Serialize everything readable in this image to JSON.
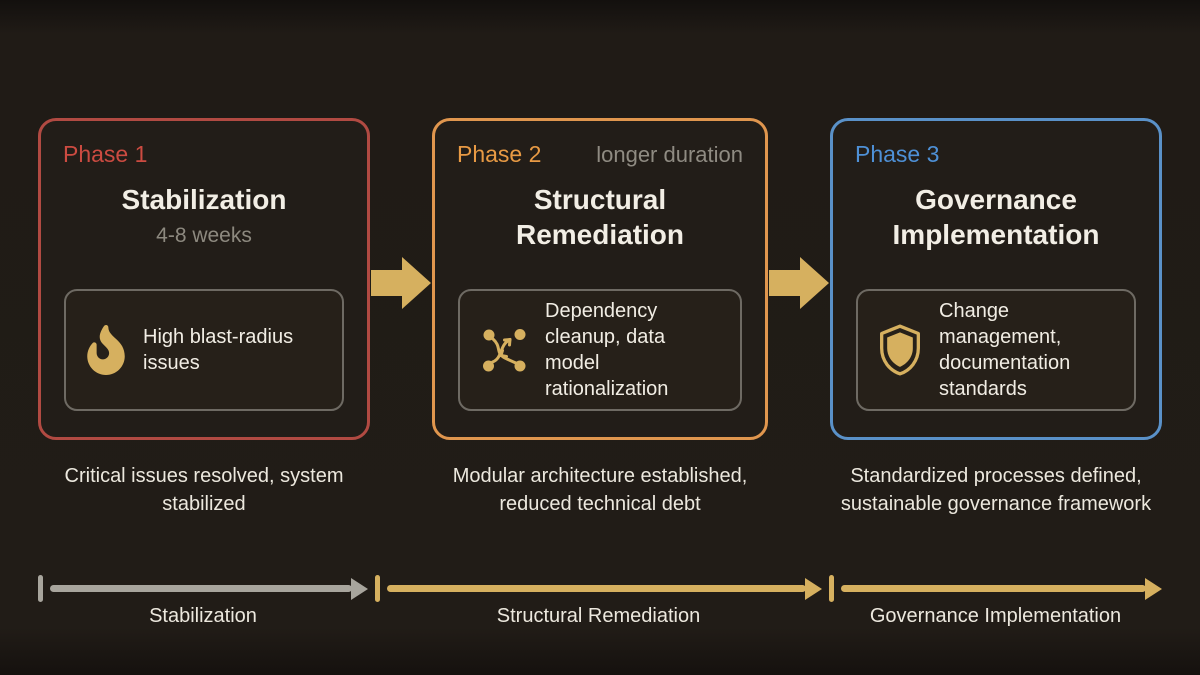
{
  "colors": {
    "background": "#211c17",
    "gold": "#d6b05f",
    "gray_line": "#a8a59d",
    "phase1_accent": "#cc4b41",
    "phase1_border": "#b14a42",
    "phase2_accent": "#e89a44",
    "phase2_border": "#e0964e",
    "phase3_accent": "#4e90d6",
    "phase3_border": "#5a91c8"
  },
  "phases": [
    {
      "label": "Phase 1",
      "title": "Stabilization",
      "subtitle": "4-8 weeks",
      "icon": "fire-icon",
      "focus": "High blast-radius issues",
      "outcome": "Critical issues resolved, system stabilized",
      "timeline_label": "Stabilization",
      "timeline_color": "gray"
    },
    {
      "label": "Phase 2",
      "note": "longer duration",
      "title": "Structural Remediation",
      "icon": "dependency-icon",
      "focus": "Dependency cleanup, data model rationalization",
      "outcome": "Modular architecture established, reduced technical debt",
      "timeline_label": "Structural Remediation",
      "timeline_color": "gold"
    },
    {
      "label": "Phase 3",
      "title": "Governance Implementation",
      "icon": "shield-icon",
      "focus": "Change management, documentation standards",
      "outcome": "Standardized processes defined, sustainable governance framework",
      "timeline_label": "Governance Implementation",
      "timeline_color": "gold"
    }
  ]
}
